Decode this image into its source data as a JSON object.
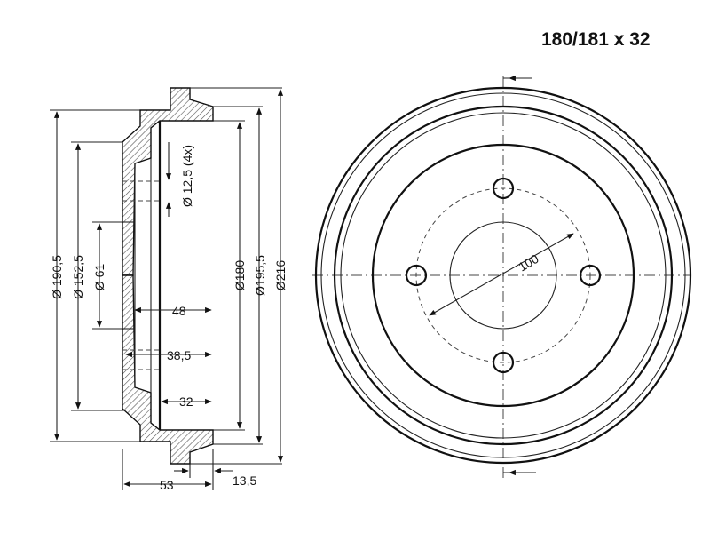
{
  "title": "180/181 x 32",
  "dimensions": {
    "d_190_5": "Ø 190,5",
    "d_152_5": "Ø 152,5",
    "d_61": "Ø 61",
    "hole": "Ø 12,5 (4x)",
    "d_180": "Ø180",
    "d_195_5": "Ø195,5",
    "d_216": "Ø216",
    "depth_48": "48",
    "depth_38_5": "38,5",
    "depth_32": "32",
    "width_53": "53",
    "width_13_5": "13,5",
    "bolt_circle": "100"
  },
  "colors": {
    "line": "#111111",
    "hatch": "#555555"
  }
}
